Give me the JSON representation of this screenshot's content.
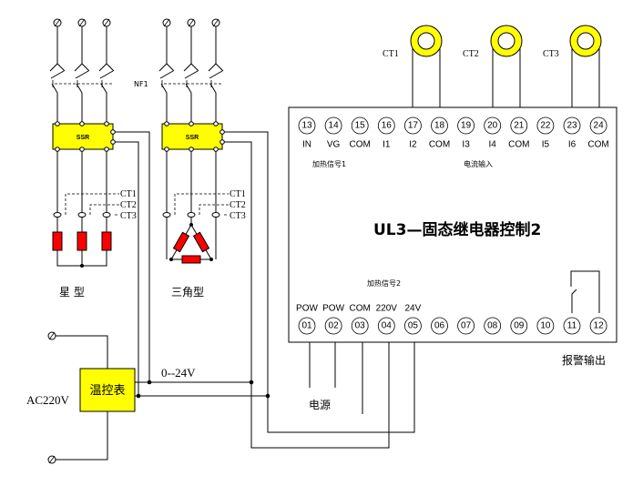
{
  "module": {
    "title": "UL3—固态继电器控制2",
    "heating_signal_1": "加热信号1",
    "heating_signal_2": "加热信号2",
    "current_input": "电流输入",
    "top_terminals": [
      {
        "num": "13",
        "label": "IN"
      },
      {
        "num": "14",
        "label": "VG"
      },
      {
        "num": "15",
        "label": "COM"
      },
      {
        "num": "16",
        "label": "I1"
      },
      {
        "num": "17",
        "label": "I2"
      },
      {
        "num": "18",
        "label": "COM"
      },
      {
        "num": "19",
        "label": "I3"
      },
      {
        "num": "20",
        "label": "I4"
      },
      {
        "num": "21",
        "label": "COM"
      },
      {
        "num": "22",
        "label": "I5"
      },
      {
        "num": "23",
        "label": "I6"
      },
      {
        "num": "24",
        "label": "COM"
      }
    ],
    "bottom_terminals": [
      {
        "num": "01",
        "label": "POW"
      },
      {
        "num": "02",
        "label": "POW"
      },
      {
        "num": "03",
        "label": "COM"
      },
      {
        "num": "04",
        "label": "220V"
      },
      {
        "num": "05",
        "label": "24V"
      },
      {
        "num": "06",
        "label": ""
      },
      {
        "num": "07",
        "label": ""
      },
      {
        "num": "08",
        "label": ""
      },
      {
        "num": "09",
        "label": ""
      },
      {
        "num": "10",
        "label": ""
      },
      {
        "num": "11",
        "label": ""
      },
      {
        "num": "12",
        "label": ""
      }
    ],
    "alarm_output": "报警输出"
  },
  "ct_rings": [
    {
      "label": "CT1"
    },
    {
      "label": "CT2"
    },
    {
      "label": "CT3"
    }
  ],
  "breaker_label": "NF1",
  "ssr_label": "SSR",
  "branch_ct_labels": [
    "CT1",
    "CT2",
    "CT3"
  ],
  "star_label": "星  型",
  "delta_label": "三角型",
  "controller_label": "温控表",
  "ac_label": "AC220V",
  "range_label": "0--24V",
  "power_label": "电源",
  "colors": {
    "ssr_fill": "#ffff00",
    "ring_fill": "#ffff00",
    "heater_fill": "#ff0000",
    "line": "#000000"
  }
}
